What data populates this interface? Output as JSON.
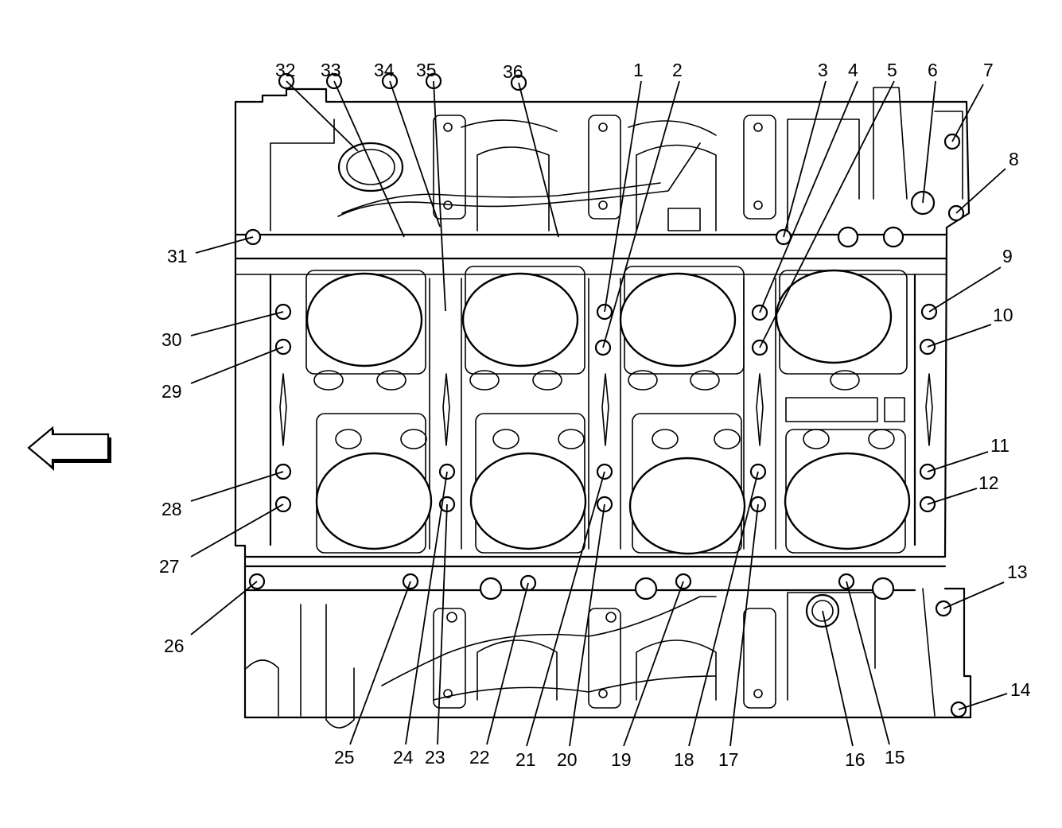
{
  "direction_arrow": {
    "icon": "left-arrow-icon",
    "meaning": "front-of-engine"
  },
  "callouts": [
    {
      "id": "1",
      "label": "1"
    },
    {
      "id": "2",
      "label": "2"
    },
    {
      "id": "3",
      "label": "3"
    },
    {
      "id": "4",
      "label": "4"
    },
    {
      "id": "5",
      "label": "5"
    },
    {
      "id": "6",
      "label": "6"
    },
    {
      "id": "7",
      "label": "7"
    },
    {
      "id": "8",
      "label": "8"
    },
    {
      "id": "9",
      "label": "9"
    },
    {
      "id": "10",
      "label": "10"
    },
    {
      "id": "11",
      "label": "11"
    },
    {
      "id": "12",
      "label": "12"
    },
    {
      "id": "13",
      "label": "13"
    },
    {
      "id": "14",
      "label": "14"
    },
    {
      "id": "15",
      "label": "15"
    },
    {
      "id": "16",
      "label": "16"
    },
    {
      "id": "17",
      "label": "17"
    },
    {
      "id": "18",
      "label": "18"
    },
    {
      "id": "19",
      "label": "19"
    },
    {
      "id": "20",
      "label": "20"
    },
    {
      "id": "21",
      "label": "21"
    },
    {
      "id": "22",
      "label": "22"
    },
    {
      "id": "23",
      "label": "23"
    },
    {
      "id": "24",
      "label": "24"
    },
    {
      "id": "25",
      "label": "25"
    },
    {
      "id": "26",
      "label": "26"
    },
    {
      "id": "27",
      "label": "27"
    },
    {
      "id": "28",
      "label": "28"
    },
    {
      "id": "29",
      "label": "29"
    },
    {
      "id": "30",
      "label": "30"
    },
    {
      "id": "31",
      "label": "31"
    },
    {
      "id": "32",
      "label": "32"
    },
    {
      "id": "33",
      "label": "33"
    },
    {
      "id": "34",
      "label": "34"
    },
    {
      "id": "35",
      "label": "35"
    },
    {
      "id": "36",
      "label": "36"
    }
  ]
}
